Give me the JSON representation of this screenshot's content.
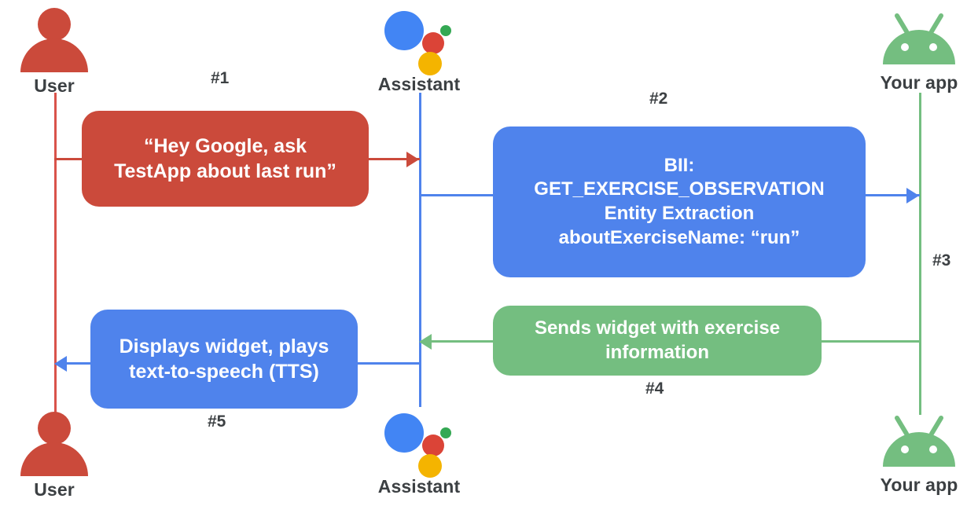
{
  "diagram": {
    "type": "sequence-diagram",
    "background": "#ffffff",
    "colors": {
      "user_red": "#CB4A3B",
      "assistant_blue": "#4F83EC",
      "app_green": "#74BE80",
      "label_gray": "#3C4043",
      "google_blue": "#4285F4",
      "google_red": "#DB4437",
      "google_green": "#34A853",
      "google_yellow": "#F4B400"
    }
  },
  "actors": {
    "user_top": {
      "label": "User",
      "icon": "user-icon"
    },
    "assistant_top": {
      "label": "Assistant",
      "icon": "google-assistant-icon"
    },
    "app_top": {
      "label": "Your app",
      "icon": "android-icon"
    },
    "user_bottom": {
      "label": "User",
      "icon": "user-icon"
    },
    "assistant_bottom": {
      "label": "Assistant",
      "icon": "google-assistant-icon"
    },
    "app_bottom": {
      "label": "Your app",
      "icon": "android-icon"
    }
  },
  "steps": {
    "s1": "#1",
    "s2": "#2",
    "s3": "#3",
    "s4": "#4",
    "s5": "#5"
  },
  "messages": {
    "m1": {
      "color": "#CB4A3B",
      "from": "User",
      "to": "Assistant",
      "lines": [
        "“Hey Google, ask",
        "TestApp about last run”"
      ]
    },
    "m2": {
      "color": "#4F83EC",
      "from": "Assistant",
      "to": "Your app",
      "lines": [
        "BII:",
        "GET_EXERCISE_OBSERVATION",
        "Entity Extraction",
        "aboutExerciseName: “run”"
      ]
    },
    "m4": {
      "color": "#74BE80",
      "from": "Your app",
      "to": "Assistant",
      "lines": [
        "Sends widget with exercise",
        "information"
      ]
    },
    "m5": {
      "color": "#4F83EC",
      "from": "Assistant",
      "to": "User",
      "lines": [
        "Displays widget, plays",
        "text-to-speech (TTS)"
      ]
    }
  }
}
